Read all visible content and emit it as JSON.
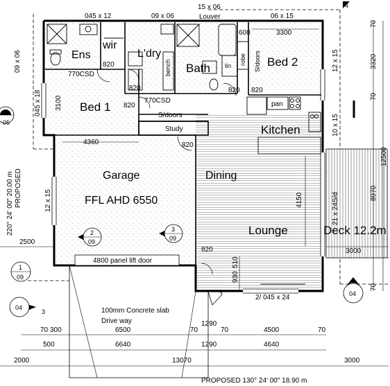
{
  "rooms": {
    "ens": "Ens",
    "wir": "wir",
    "ldry": "L'dry",
    "bath": "Bath",
    "bed2": "Bed 2",
    "bed1": "Bed 1",
    "kitchen": "Kitchen",
    "study": "Study",
    "garage": "Garage",
    "ffl": "FFL AHD 6550",
    "dining": "Dining",
    "lounge": "Lounge",
    "deck": "Deck 12.2m"
  },
  "fixtures": {
    "bench": "bench",
    "lin": "lin",
    "robe": "robe",
    "sdoors_bed2": "S/doors",
    "sdoors_bed1": "S/doors",
    "pan": "pan",
    "csd_770_a": "770CSD",
    "csd_770_b": "770CSD",
    "door_820": "820",
    "panel_lift_door": "4800 panel lift door",
    "slab": "100mm Concrete slab",
    "driveway": "Drive way"
  },
  "window_labels": {
    "w_045x12": "045 x 12",
    "w_09x06": "09 x 06",
    "w_15x06": "15 x 06",
    "louver": "Louver",
    "w_06x15": "06 x 15",
    "w_09x06_side": "09 x 06",
    "w_045x18": "045 x 18",
    "w_12x15_garage": "12 x 15",
    "w_12x15_bed2": "12 x 15",
    "w_10x15": "10 x 15",
    "sliding_21x24": "21 x 24S/d",
    "sliding_2_045x24": "2/ 045 x 24"
  },
  "dimensions": {
    "d600": "600",
    "d3300": "3300",
    "d3100": "3100",
    "d4360": "4360",
    "d4150": "4150",
    "d930": "930",
    "d510": "510",
    "d2500": "2500",
    "d3000_right": "3000",
    "d70_top": "70",
    "d3320": "3320",
    "d70_mid": "70",
    "d12500": "12500",
    "d8970": "8970",
    "d70_bot": "70",
    "d70_a": "70",
    "d300": "300",
    "d500": "500",
    "d6500": "6500",
    "d6640": "6640",
    "d70_b": "70",
    "d1290_a": "1290",
    "d1290_b": "1290",
    "d70_c": "70",
    "d4500": "4500",
    "d70_d": "70",
    "d4640": "4640",
    "d2000": "2000",
    "d13070": "13070",
    "d3000_bottom": "3000"
  },
  "boundaries": {
    "left_line": "220° 24' 00\"  20.00 m",
    "left_proposed": "PROPOSED",
    "bottom_line": "PROPOSED  130° 24' 00\"  18.90 m"
  },
  "bubbles": {
    "b05": {
      "top": "",
      "bottom": "05"
    },
    "b09_left": {
      "top": "1",
      "bottom": "09"
    },
    "b04_left": {
      "top": "04",
      "bottom": "",
      "side": "3"
    },
    "b04_right": {
      "top": "04",
      "bottom": ""
    },
    "b2_09": {
      "top": "2",
      "bottom": "09"
    },
    "b3_09": {
      "top": "3",
      "bottom": "09"
    },
    "corner_mark": "4"
  }
}
